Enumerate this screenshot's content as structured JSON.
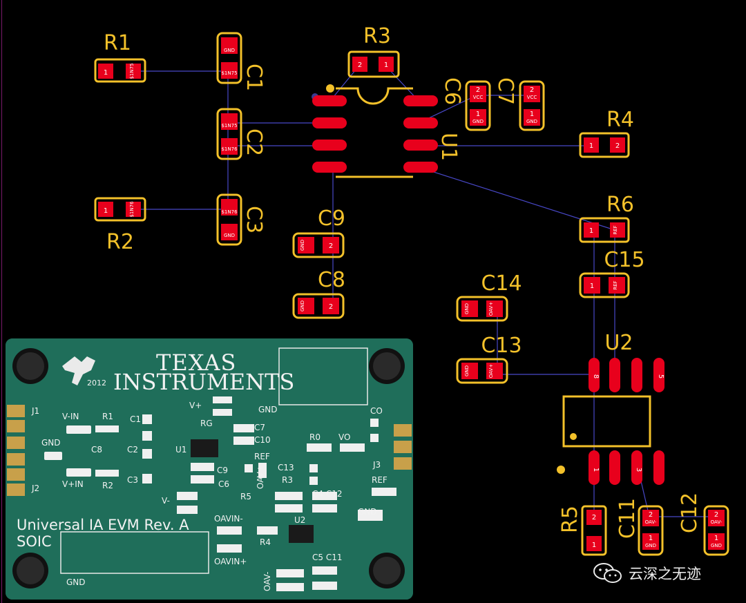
{
  "designators": {
    "r1": "R1",
    "r2": "R2",
    "r3": "R3",
    "r4": "R4",
    "r5": "R5",
    "r6": "R6",
    "c1": "C1",
    "c2": "C2",
    "c3": "C3",
    "c6": "C6",
    "c7": "C7",
    "c8": "C8",
    "c9": "C9",
    "c11": "C11",
    "c12": "C12",
    "c13": "C13",
    "c14": "C14",
    "c15": "C15",
    "u1": "U1",
    "u2": "U2"
  },
  "nets": {
    "gnd": "GND",
    "vcc": "VCC",
    "ref": "REF",
    "oav_plus": "OAV+",
    "oav_minus": "OAV-",
    "n1875": "$1N75",
    "n1876": "$1N76"
  },
  "pins": [
    "1",
    "2",
    "3",
    "5",
    "8"
  ],
  "photo": {
    "logo_year": "2012",
    "brand_line1": "TEXAS",
    "brand_line2": "INSTRUMENTS",
    "title_line1": "Universal IA EVM Rev. A",
    "title_line2": "SOIC",
    "labels": {
      "j1": "J1",
      "j2": "J2",
      "j3": "J3",
      "v_in": "V-IN",
      "v_plus_in": "V+IN",
      "gnd": "GND",
      "r1": "R1",
      "r2": "R2",
      "r3": "R3",
      "r4": "R4",
      "r5": "R5",
      "c1": "C1",
      "c2": "C2",
      "c3": "C3",
      "c6": "C6",
      "c7": "C7",
      "c8": "C8",
      "c9": "C9",
      "c10": "C10",
      "c13": "C13",
      "c4c12": "C4 C12",
      "c5c11": "C5 C11",
      "u1": "U1",
      "u2": "U2",
      "rg": "RG",
      "r0": "R0",
      "vo": "VO",
      "co": "CO",
      "ref": "REF",
      "v_plus": "V+",
      "v_minus": "V-",
      "oav_plus": "OAV+",
      "oav_minus": "OAV-",
      "oavin_minus": "OAVIN-",
      "oavin_plus": "OAVIN+"
    }
  },
  "watermark": {
    "text": "云深之无迹"
  },
  "colors": {
    "pad": "#e8001c",
    "silk": "#f3c12a",
    "trace": "#4848c8",
    "board": "#1f6e5a"
  }
}
